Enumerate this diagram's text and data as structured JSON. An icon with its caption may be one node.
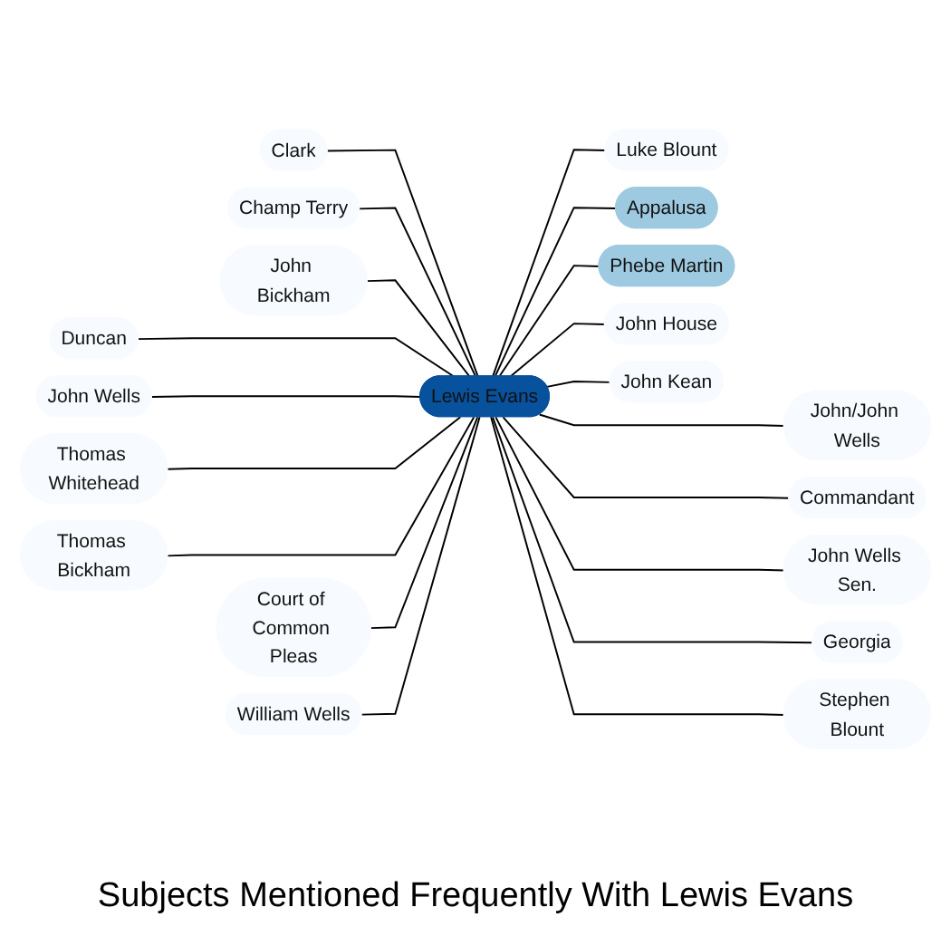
{
  "diagram": {
    "title": "Subjects Mentioned Frequently With Lewis Evans",
    "nodes": [
      {
        "text": [
          "Lewis Evans"
        ]
      },
      {
        "text": [
          "Clark"
        ]
      },
      {
        "text": [
          "Luke Blount"
        ]
      },
      {
        "text": [
          "John/John Wells"
        ]
      },
      {
        "text": [
          "Commandant"
        ]
      },
      {
        "text": [
          "Appalusa"
        ]
      },
      {
        "text": [
          "John Wells Sen."
        ]
      },
      {
        "text": [
          "Georgia"
        ]
      },
      {
        "text": [
          "Stephen Blount"
        ]
      },
      {
        "text": [
          "John House"
        ]
      },
      {
        "text": [
          "Phebe Martin"
        ]
      },
      {
        "text": [
          "John Kean"
        ]
      },
      {
        "text": [
          "Champ Terry"
        ]
      },
      {
        "text": [
          "John Bickham"
        ]
      },
      {
        "text": [
          "Duncan"
        ]
      },
      {
        "text": [
          "John Wells"
        ]
      },
      {
        "text": [
          "Thomas Whitehead"
        ]
      },
      {
        "text": [
          "Thomas Bickham"
        ]
      },
      {
        "text": [
          "Court of Common Pleas"
        ]
      },
      {
        "text": [
          "William Wells"
        ]
      }
    ],
    "edges": [
      {
        "from": 1,
        "to": 0,
        "arrow": "none"
      },
      {
        "from": 0,
        "to": 2,
        "arrow": "none"
      },
      {
        "from": 0,
        "to": 3,
        "arrow": "none"
      },
      {
        "from": 0,
        "to": 4,
        "arrow": "none"
      },
      {
        "from": 0,
        "to": 5,
        "arrow": "none"
      },
      {
        "from": 0,
        "to": 6,
        "arrow": "none"
      },
      {
        "from": 0,
        "to": 7,
        "arrow": "none"
      },
      {
        "from": 0,
        "to": 8,
        "arrow": "none"
      },
      {
        "from": 0,
        "to": 9,
        "arrow": "none"
      },
      {
        "from": 0,
        "to": 10,
        "arrow": "none"
      },
      {
        "from": 0,
        "to": 11,
        "arrow": "none"
      },
      {
        "from": 12,
        "to": 0,
        "arrow": "none"
      },
      {
        "from": 13,
        "to": 0,
        "arrow": "none"
      },
      {
        "from": 14,
        "to": 0,
        "arrow": "none"
      },
      {
        "from": 15,
        "to": 0,
        "arrow": "none"
      },
      {
        "from": 16,
        "to": 0,
        "arrow": "none"
      },
      {
        "from": 17,
        "to": 0,
        "arrow": "none"
      },
      {
        "from": 18,
        "to": 0,
        "arrow": "none"
      },
      {
        "from": 19,
        "to": 0,
        "arrow": "none"
      }
    ]
  }
}
